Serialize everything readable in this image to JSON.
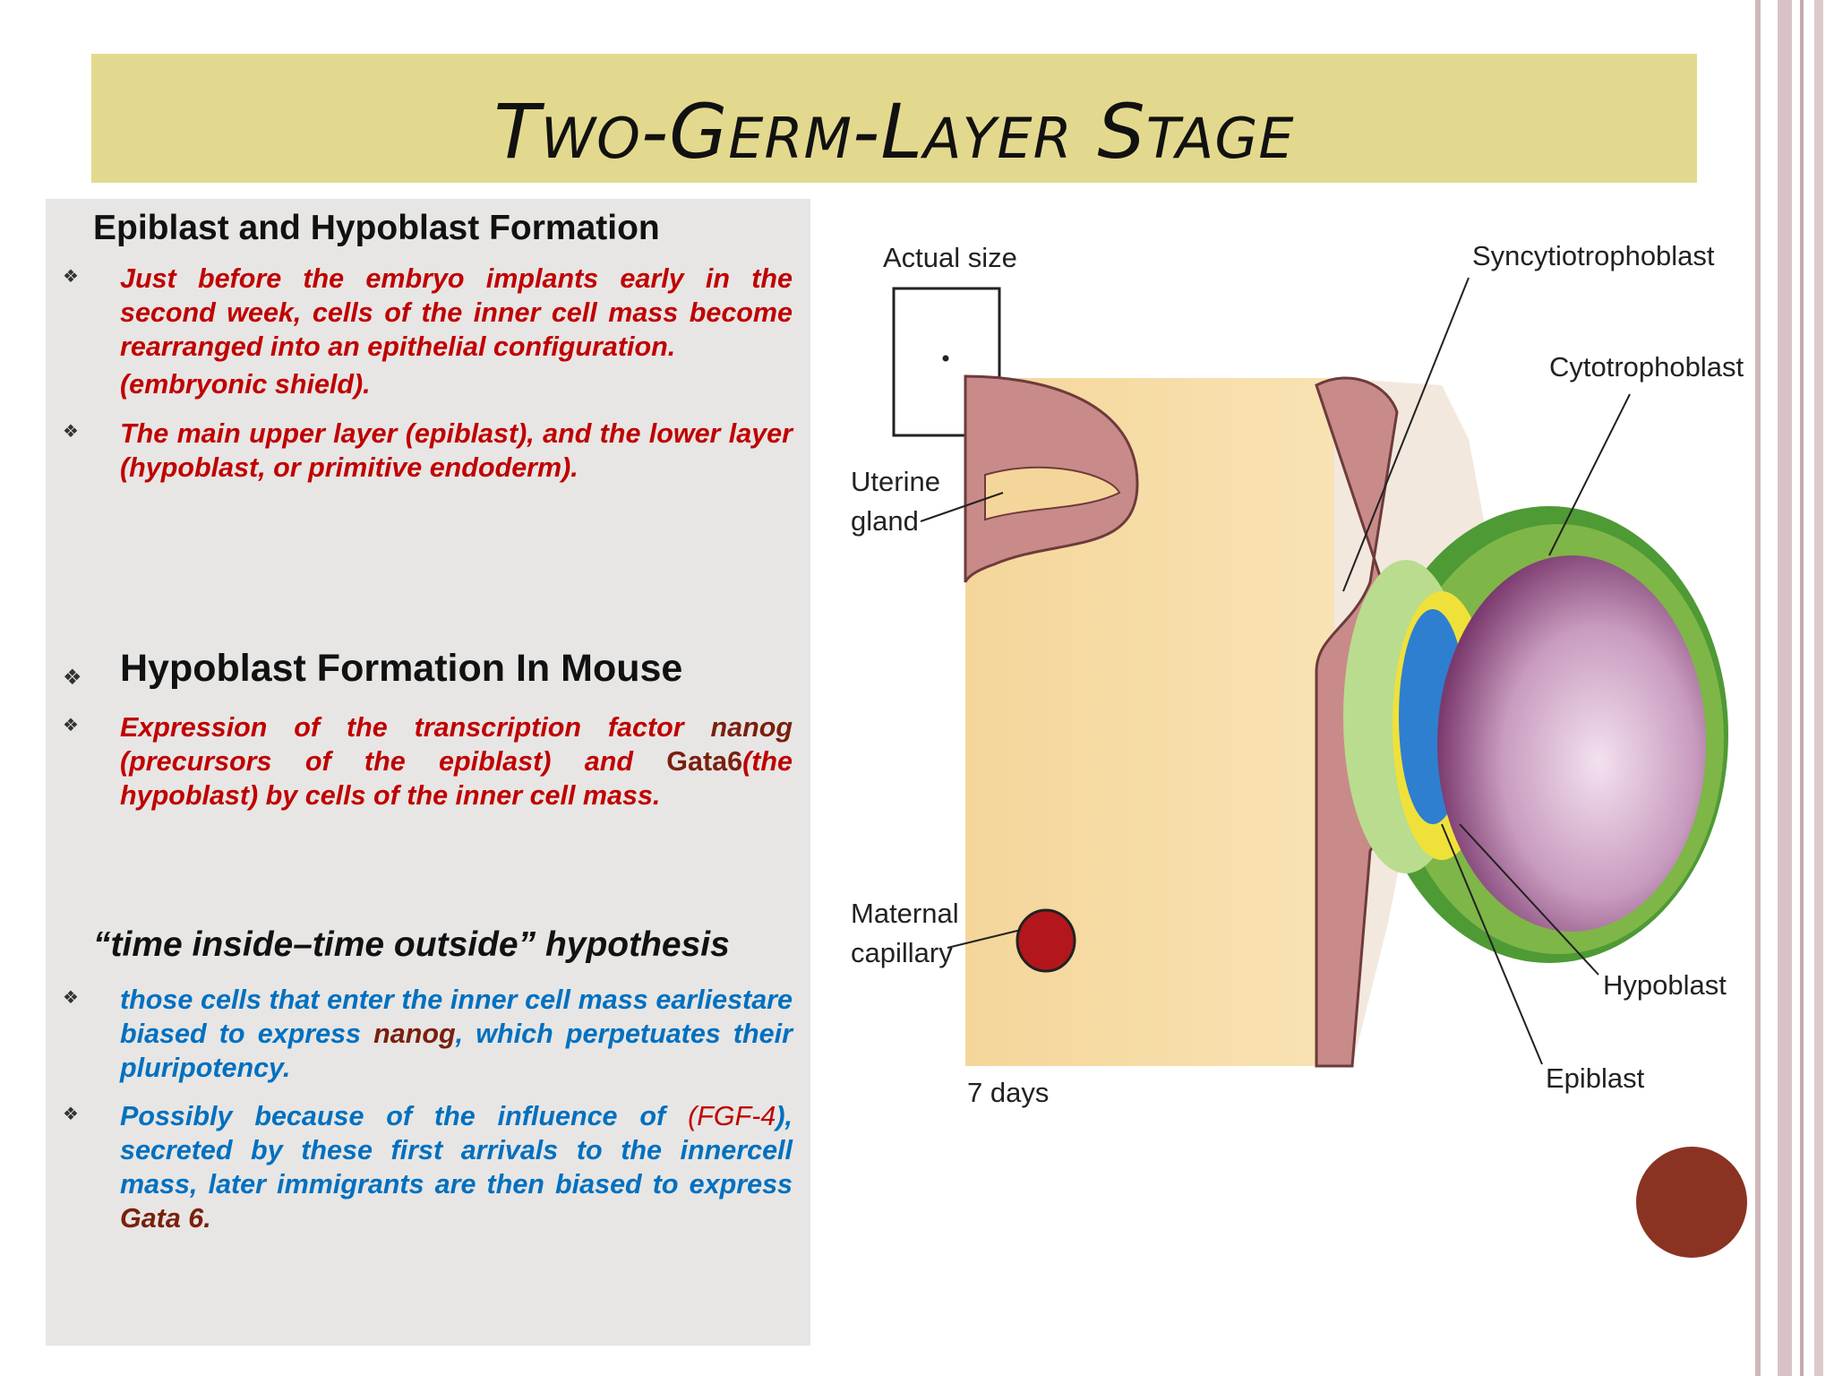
{
  "slide": {
    "title_parts": [
      "T",
      "WO",
      "-G",
      "ERM",
      "-L",
      "AYER",
      " S",
      "TAGE"
    ],
    "section1": {
      "heading": "Epiblast and Hypoblast Formation",
      "bullets": [
        "Just before the embryo implants   early in the second week, cells of the inner cell mass become rearranged into an epithelial configuration.",
        "(embryonic shield).",
        "The main upper layer (epiblast), and the lower layer (hypoblast, or primitive endoderm)."
      ]
    },
    "section2": {
      "heading": "Hypoblast Formation In Mouse",
      "bullet_parts": [
        "Expression of the transcription factor ",
        "nanog",
        " (precursors of the epiblast) and ",
        "Gata6",
        "(the hypoblast)  by cells of the inner cell mass."
      ]
    },
    "section3": {
      "heading": "“time inside–time outside” hypothesis",
      "bullet1_parts": [
        "those cells that enter the inner cell mass earliestare biased to express ",
        "nanog",
        ", which perpetuates their pluripotency."
      ],
      "bullet2_parts": [
        "Possibly because of the influence of  ",
        "(FGF-4",
        "), secreted by these first arrivals to the innercell mass, later immigrants are then biased to express ",
        "Gata 6."
      ]
    },
    "figure": {
      "labels": {
        "actual_size": "Actual size",
        "uterine_line1": "Uterine",
        "uterine_line2": "gland",
        "maternal_line1": "Maternal",
        "maternal_line2": "capillary",
        "days": "7 days",
        "syncytio": "Syncytiotrophoblast",
        "cyto": "Cytotrophoblast",
        "hypoblast": "Hypoblast",
        "epiblast": "Epiblast"
      }
    },
    "colors": {
      "title_band": "#e3d98e",
      "panel": "#e7e6e4",
      "red_text": "#c00000",
      "blue_text": "#0070c0",
      "circle": "#8b3322"
    }
  }
}
